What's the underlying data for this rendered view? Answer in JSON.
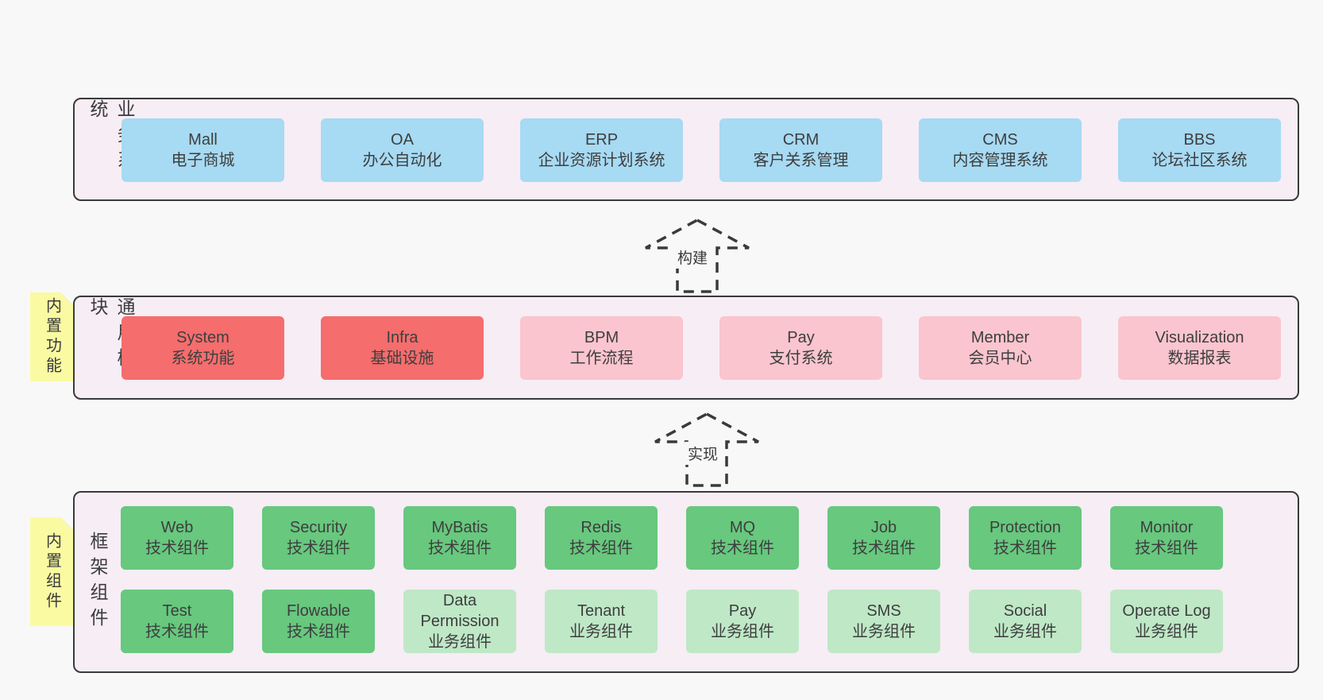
{
  "colors": {
    "page_bg": "#f8f8f8",
    "band_bg": "#f7edf5",
    "band_border": "#3a3a3a",
    "box_blue": "#a7daf3",
    "box_red": "#f56d6d",
    "box_pink": "#fac5ce",
    "box_green": "#67c87e",
    "box_green_light": "#bfe8c7",
    "tab_yellow": "#fafaa3",
    "fold_gray": "#b9b9b9",
    "arrow_stroke": "#3a3a3a",
    "text": "#3e3e3e"
  },
  "bands": {
    "business": {
      "label": "业务系统",
      "boxes": [
        {
          "title": "Mall",
          "subtitle": "电子商城",
          "variant": "blue"
        },
        {
          "title": "OA",
          "subtitle": "办公自动化",
          "variant": "blue"
        },
        {
          "title": "ERP",
          "subtitle": "企业资源计划系统",
          "variant": "blue"
        },
        {
          "title": "CRM",
          "subtitle": "客户关系管理",
          "variant": "blue"
        },
        {
          "title": "CMS",
          "subtitle": "内容管理系统",
          "variant": "blue"
        },
        {
          "title": "BBS",
          "subtitle": "论坛社区系统",
          "variant": "blue"
        }
      ]
    },
    "modules": {
      "tab": "内置功能",
      "label": "通用模块",
      "boxes": [
        {
          "title": "System",
          "subtitle": "系统功能",
          "variant": "red"
        },
        {
          "title": "Infra",
          "subtitle": "基础设施",
          "variant": "red"
        },
        {
          "title": "BPM",
          "subtitle": "工作流程",
          "variant": "pink"
        },
        {
          "title": "Pay",
          "subtitle": "支付系统",
          "variant": "pink"
        },
        {
          "title": "Member",
          "subtitle": "会员中心",
          "variant": "pink"
        },
        {
          "title": "Visualization",
          "subtitle": "数据报表",
          "variant": "pink"
        }
      ]
    },
    "components": {
      "tab": "内置组件",
      "label": "框架组件",
      "row1": [
        {
          "title": "Web",
          "subtitle": "技术组件",
          "variant": "green"
        },
        {
          "title": "Security",
          "subtitle": "技术组件",
          "variant": "green"
        },
        {
          "title": "MyBatis",
          "subtitle": "技术组件",
          "variant": "green"
        },
        {
          "title": "Redis",
          "subtitle": "技术组件",
          "variant": "green"
        },
        {
          "title": "MQ",
          "subtitle": "技术组件",
          "variant": "green"
        },
        {
          "title": "Job",
          "subtitle": "技术组件",
          "variant": "green"
        },
        {
          "title": "Protection",
          "subtitle": "技术组件",
          "variant": "green"
        },
        {
          "title": "Monitor",
          "subtitle": "技术组件",
          "variant": "green"
        }
      ],
      "row2": [
        {
          "title": "Test",
          "subtitle": "技术组件",
          "variant": "green"
        },
        {
          "title": "Flowable",
          "subtitle": "技术组件",
          "variant": "green"
        },
        {
          "title": "Data Permission",
          "subtitle": "业务组件",
          "variant": "green-light"
        },
        {
          "title": "Tenant",
          "subtitle": "业务组件",
          "variant": "green-light"
        },
        {
          "title": "Pay",
          "subtitle": "业务组件",
          "variant": "green-light"
        },
        {
          "title": "SMS",
          "subtitle": "业务组件",
          "variant": "green-light"
        },
        {
          "title": "Social",
          "subtitle": "业务组件",
          "variant": "green-light"
        },
        {
          "title": "Operate Log",
          "subtitle": "业务组件",
          "variant": "green-light"
        }
      ]
    }
  },
  "arrows": [
    {
      "label": "构建"
    },
    {
      "label": "实现"
    }
  ]
}
